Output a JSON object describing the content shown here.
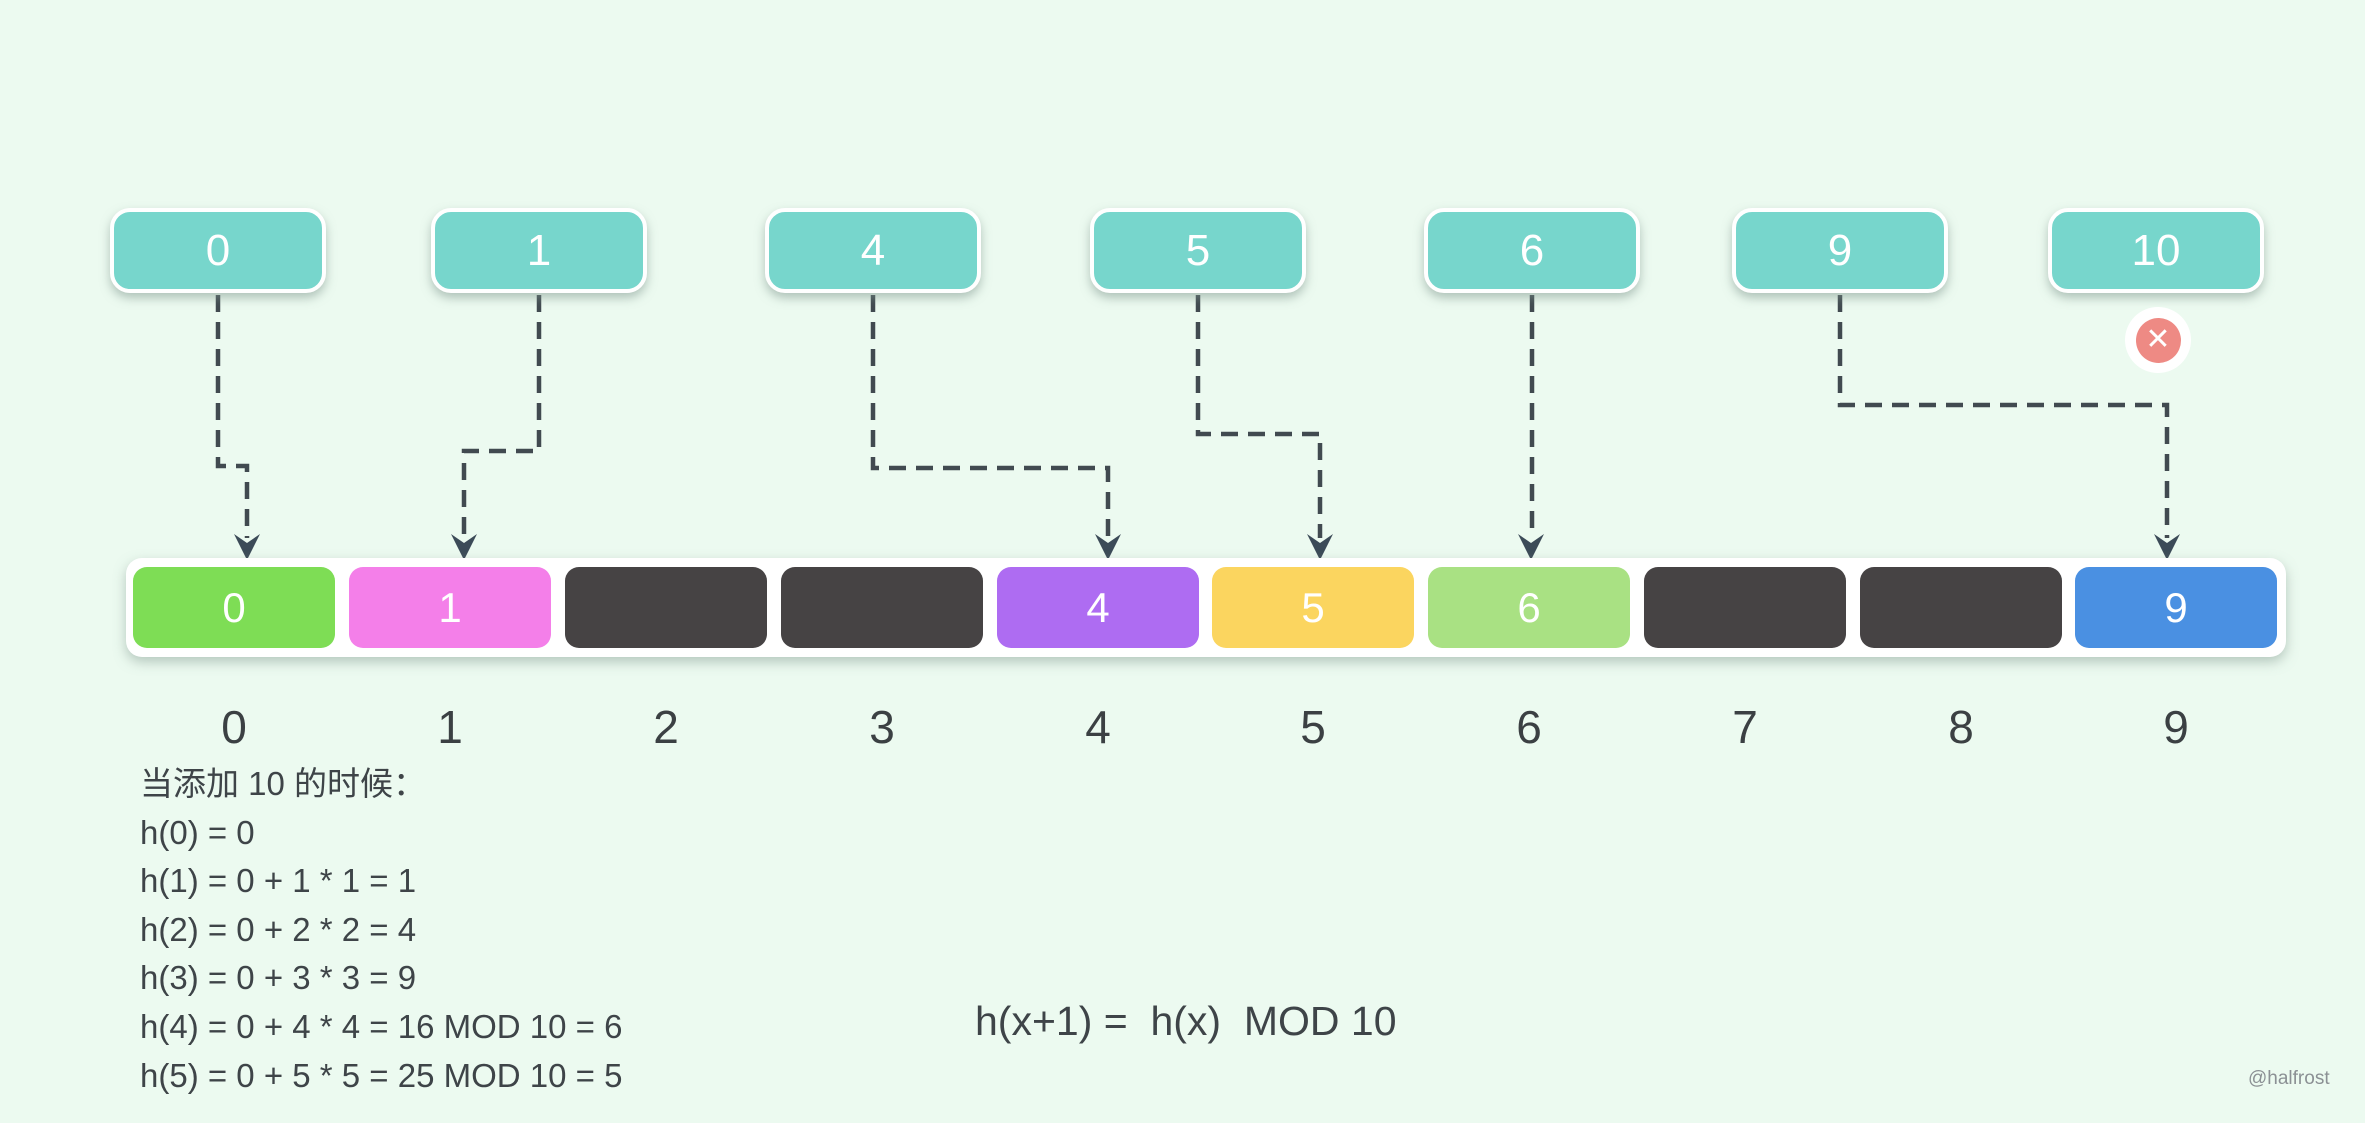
{
  "colors": {
    "background": "#ecfaf0",
    "key_box": "#77d6cc",
    "arrow": "#414a50",
    "arrowhead": "#3c4b58",
    "array_bg": "#ffffff",
    "empty_slot": "#464344",
    "text": "#3e4448",
    "reject_red": "#ee8a84"
  },
  "keys": [
    {
      "value": "0",
      "slot": 0,
      "rejected": false
    },
    {
      "value": "1",
      "slot": 1,
      "rejected": false
    },
    {
      "value": "4",
      "slot": 4,
      "rejected": false
    },
    {
      "value": "5",
      "slot": 5,
      "rejected": false
    },
    {
      "value": "6",
      "slot": 6,
      "rejected": false
    },
    {
      "value": "9",
      "slot": 9,
      "rejected": false
    },
    {
      "value": "10",
      "slot": null,
      "rejected": true
    }
  ],
  "hash_table": {
    "slots": [
      {
        "index": "0",
        "value": "0",
        "color": "#7edd55"
      },
      {
        "index": "1",
        "value": "1",
        "color": "#f47fe9"
      },
      {
        "index": "2",
        "value": "",
        "color": "#464344"
      },
      {
        "index": "3",
        "value": "",
        "color": "#464344"
      },
      {
        "index": "4",
        "value": "4",
        "color": "#ae6cf2"
      },
      {
        "index": "5",
        "value": "5",
        "color": "#fbd55f"
      },
      {
        "index": "6",
        "value": "6",
        "color": "#a9e183"
      },
      {
        "index": "7",
        "value": "",
        "color": "#464344"
      },
      {
        "index": "8",
        "value": "",
        "color": "#464344"
      },
      {
        "index": "9",
        "value": "9",
        "color": "#4a90e2"
      }
    ]
  },
  "notes": {
    "heading": "当添加 10 的时候：",
    "lines": [
      "h(0) = 0",
      "h(1) = 0 + 1 * 1 = 1",
      "h(2) = 0 + 2 * 2 = 4",
      "h(3) = 0 + 3 * 3 = 9",
      "h(4) = 0 + 4 * 4 = 16 MOD 10 = 6",
      "h(5) = 0 + 5 * 5 = 25 MOD 10 = 5"
    ]
  },
  "formula": "h(x+1) =  h(x)  MOD 10",
  "reject_icon": "✕",
  "watermark": "@halfrost"
}
